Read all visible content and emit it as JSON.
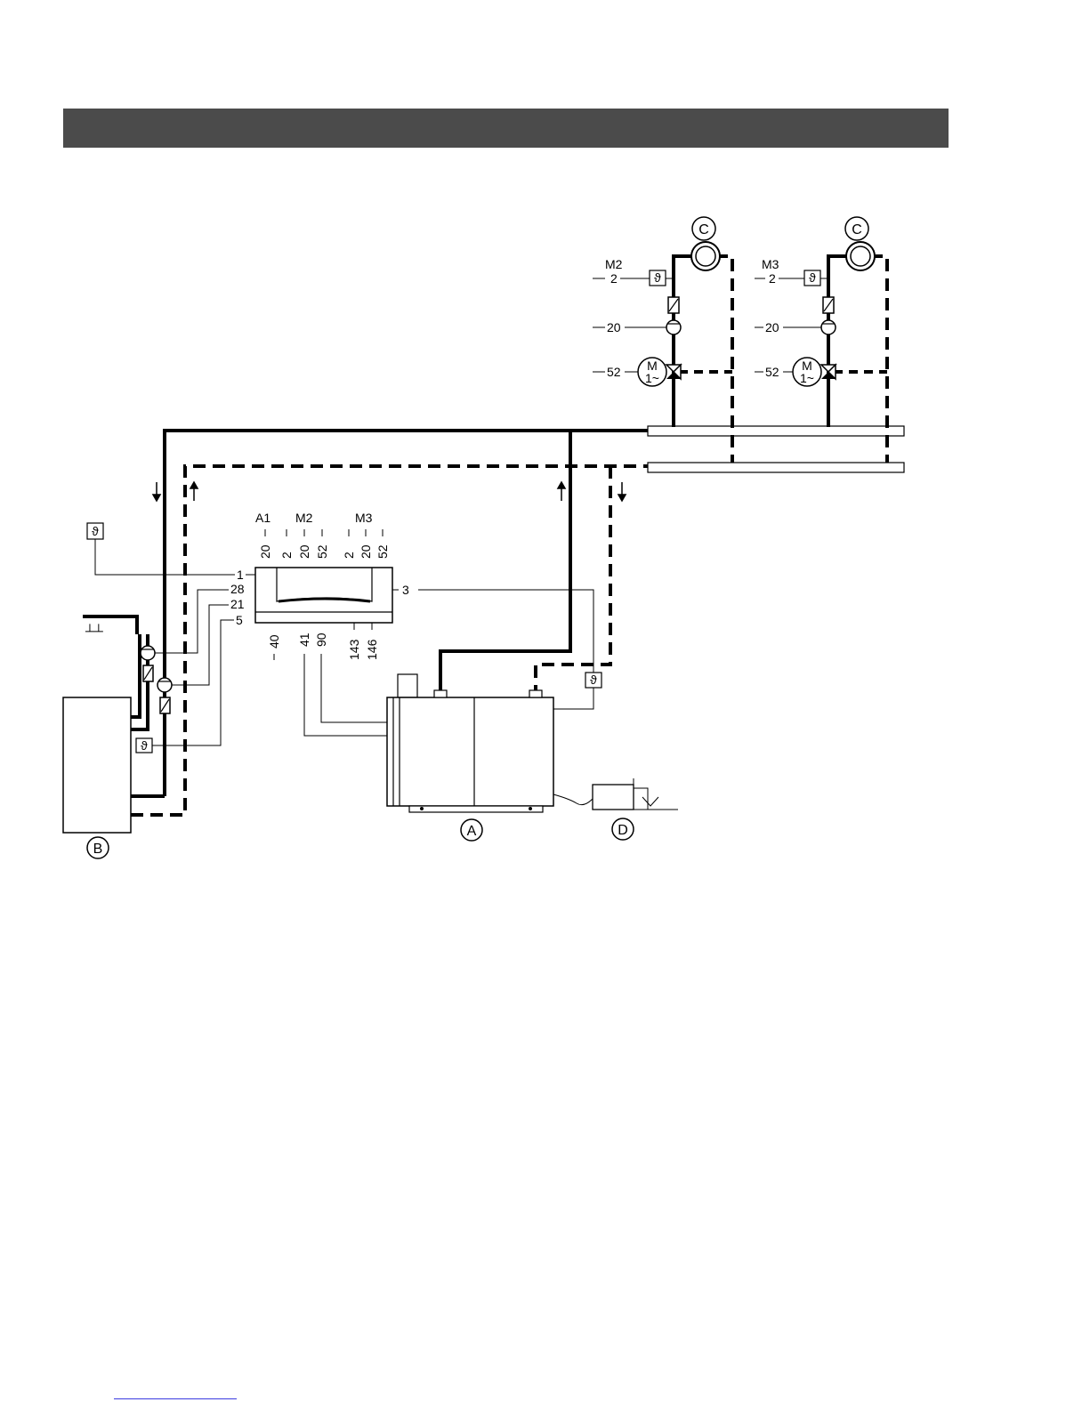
{
  "diagram": {
    "components": {
      "A": "A",
      "B": "B",
      "C": "C",
      "D": "D"
    },
    "circuits": {
      "m2": "M2",
      "m3": "M3",
      "a1": "A1"
    },
    "circuit_m2": {
      "sensor": "2",
      "pump": "20",
      "mixer": "52",
      "motor_line1": "M",
      "motor_line2": "1~"
    },
    "circuit_m3": {
      "sensor": "2",
      "pump": "20",
      "mixer": "52",
      "motor_line1": "M",
      "motor_line2": "1~"
    },
    "controller": {
      "top_terminals": [
        "20",
        "2",
        "20",
        "52",
        "2",
        "20",
        "52"
      ],
      "left_terminals": [
        "1",
        "28",
        "21",
        "5"
      ],
      "right_terminal": "3",
      "bottom_terminals": [
        "40",
        "41",
        "90",
        "143",
        "146"
      ]
    },
    "sensor_symbol": "ϑ",
    "colors": {
      "header": "#4b4b4b",
      "line": "#000000",
      "link": "#3a3ae0"
    }
  }
}
